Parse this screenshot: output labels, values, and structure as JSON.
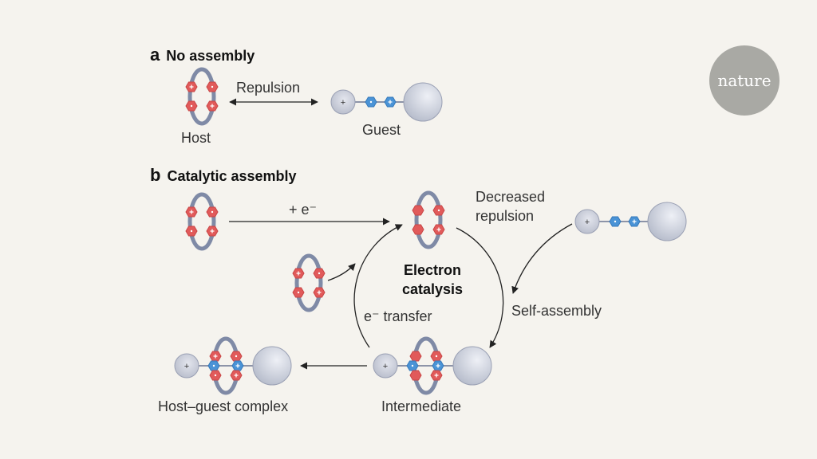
{
  "panel_a": {
    "letter": "a",
    "title": "No assembly",
    "repulsion": "Repulsion",
    "host": "Host",
    "guest": "Guest"
  },
  "panel_b": {
    "letter": "b",
    "title": "Catalytic assembly",
    "plus_e": "+ e⁻",
    "decreased_line1": "Decreased",
    "decreased_line2": "repulsion",
    "electron_line1": "Electron",
    "electron_line2": "catalysis",
    "self_assembly": "Self-assembly",
    "e_transfer": "e⁻ transfer",
    "host_guest_complex": "Host–guest complex",
    "intermediate": "Intermediate"
  },
  "logo": "nature",
  "colors": {
    "background": "#f5f3ee",
    "hexagon_red": "#e15a5a",
    "hexagon_blue": "#4a93d6",
    "ring": "#7f8aa6",
    "bead": "#c9ccd8",
    "logo_bg": "#a9a9a4"
  }
}
